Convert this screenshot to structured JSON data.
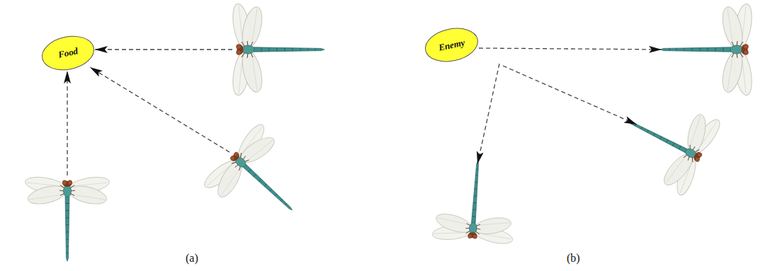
{
  "diagram": {
    "nodes": [
      {
        "text": [
          "Food"
        ]
      },
      {
        "text": [
          "Enemy"
        ]
      }
    ],
    "labels": [
      "(a)",
      "(b)"
    ]
  }
}
